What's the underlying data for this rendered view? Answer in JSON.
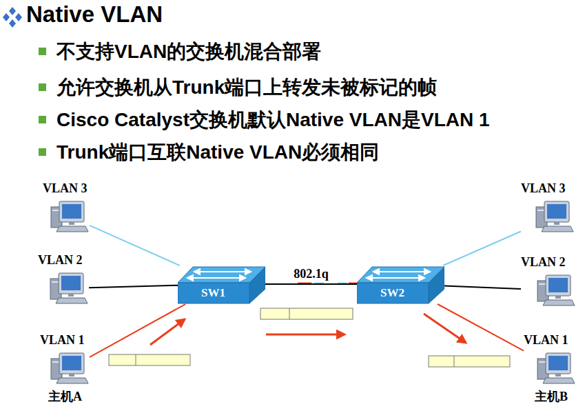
{
  "diagram": {
    "title": "Native VLAN",
    "nodes": [
      {
        "text": [
          "VLAN 3"
        ]
      },
      {
        "text": [
          "VLAN 3"
        ]
      },
      {
        "text": [
          "VLAN 2"
        ]
      },
      {
        "text": [
          "SW1"
        ]
      },
      {
        "text": [
          "SW2"
        ]
      },
      {
        "text": [
          "VLAN 2"
        ]
      },
      {
        "text": [
          "VLAN 1",
          "主机A"
        ]
      },
      {
        "text": [
          "VLAN 1",
          "主机B"
        ]
      }
    ],
    "edges": [
      {
        "from": 0,
        "to": 3,
        "arrow": "none"
      },
      {
        "from": 2,
        "to": 3,
        "arrow": "none"
      },
      {
        "from": 6,
        "to": 3,
        "arrow": "none"
      },
      {
        "from": 3,
        "to": 4,
        "label": "802.1q",
        "arrow": "none"
      },
      {
        "from": 4,
        "to": 1,
        "arrow": "none"
      },
      {
        "from": 4,
        "to": 5,
        "arrow": "none"
      },
      {
        "from": 4,
        "to": 7,
        "arrow": "none"
      }
    ],
    "labels": [
      "不支持VLAN的交换机混合部署",
      "允许交换机从Trunk端口上转发未被标记的帧",
      "Cisco Catalyst交换机默认Native VLAN是VLAN 1",
      "Trunk端口互联Native VLAN必须相同"
    ]
  }
}
